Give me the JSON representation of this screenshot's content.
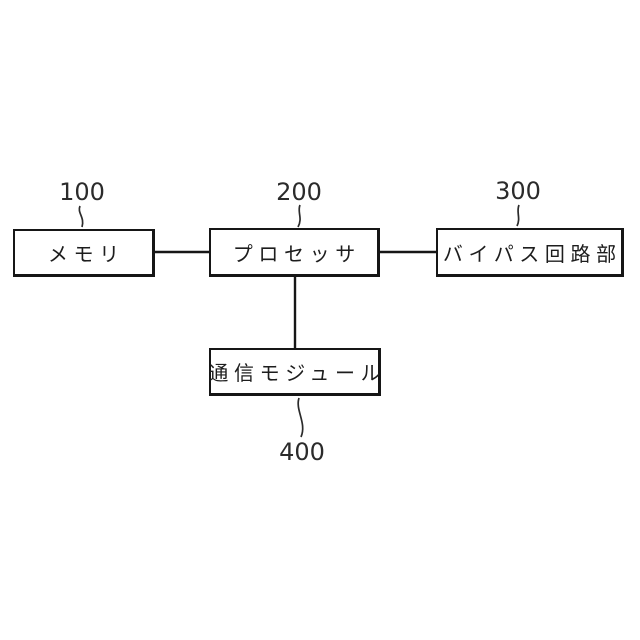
{
  "figure": {
    "background_color": "#ffffff",
    "line_color": "#161616",
    "type": "block-diagram"
  },
  "diagram": {
    "blocks": [
      {
        "id": "memory",
        "label": "メモリ",
        "ref": "100"
      },
      {
        "id": "processor",
        "label": "プロセッサ",
        "ref": "200"
      },
      {
        "id": "bypass-circuit-unit",
        "label": "バイパス回路部",
        "ref": "300"
      },
      {
        "id": "communication-module",
        "label": "通信モジュール",
        "ref": "400"
      }
    ],
    "connections": [
      {
        "from": "memory",
        "to": "processor"
      },
      {
        "from": "processor",
        "to": "bypass-circuit-unit"
      },
      {
        "from": "processor",
        "to": "communication-module"
      }
    ]
  }
}
